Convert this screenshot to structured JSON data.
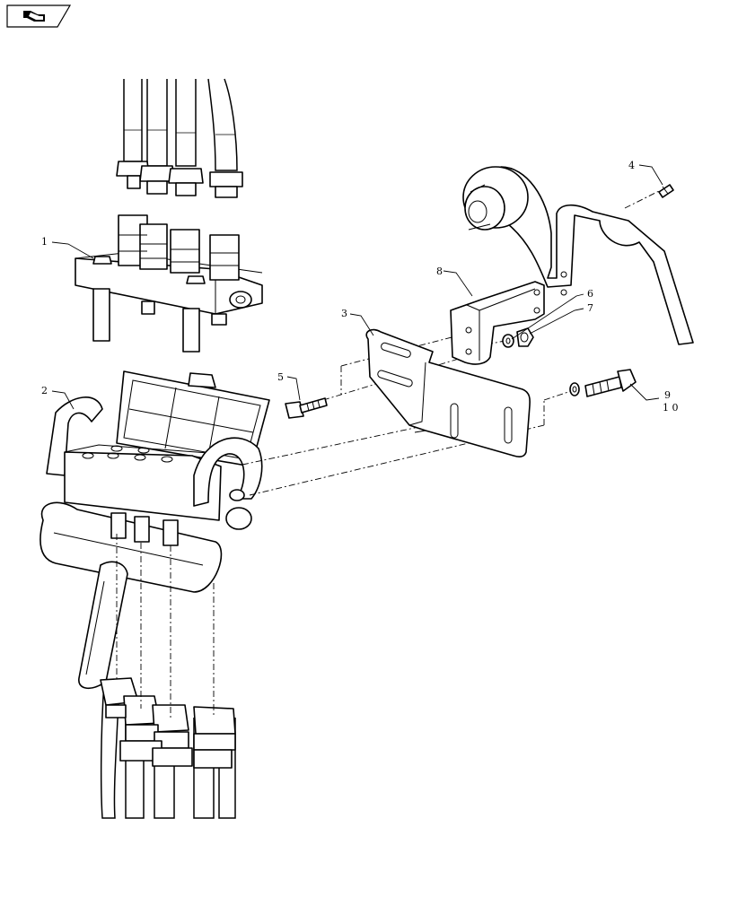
{
  "nav_icon": "arrow-icon",
  "callouts": [
    {
      "id": "1",
      "text": "1"
    },
    {
      "id": "2",
      "text": "2"
    },
    {
      "id": "3",
      "text": "3"
    },
    {
      "id": "4",
      "text": "4"
    },
    {
      "id": "5",
      "text": "5"
    },
    {
      "id": "6",
      "text": "6"
    },
    {
      "id": "7",
      "text": "7"
    },
    {
      "id": "8",
      "text": "8"
    },
    {
      "id": "9",
      "text": "9"
    },
    {
      "id": "10",
      "text": "1 0"
    }
  ]
}
